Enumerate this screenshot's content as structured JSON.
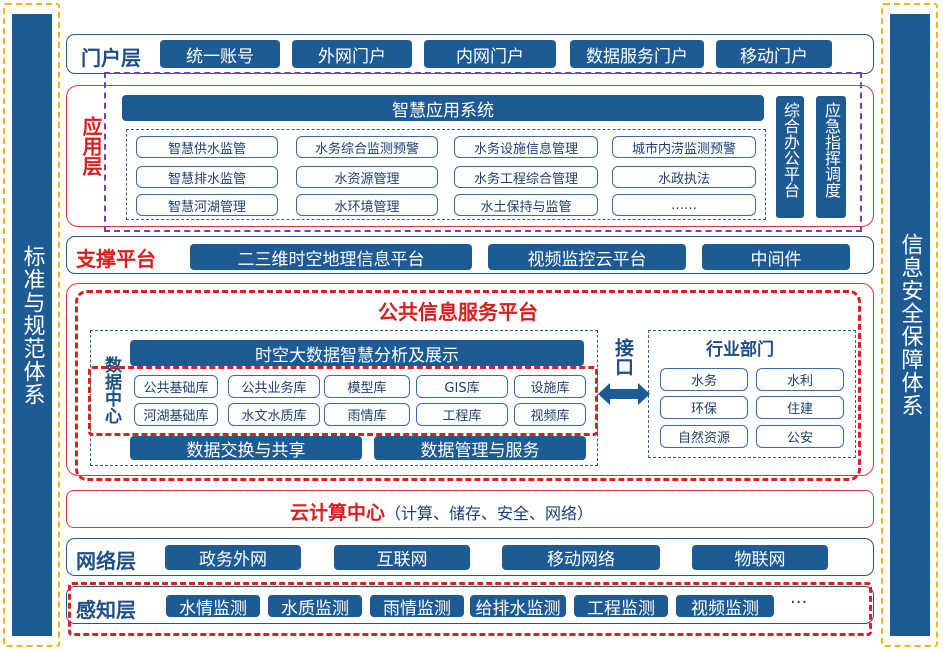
{
  "left_side": {
    "label": "标准与规范体系"
  },
  "right_side": {
    "label": "信息安全保障体系"
  },
  "portal": {
    "label": "门户层",
    "items": [
      "统一账号",
      "外网门户",
      "内网门户",
      "数据服务门户",
      "移动门户"
    ]
  },
  "application": {
    "label": "应用层",
    "system_title": "智慧应用系统",
    "items": [
      [
        "智慧供水监管",
        "水务综合监测预警",
        "水务设施信息管理",
        "城市内涝监测预警"
      ],
      [
        "智慧排水监管",
        "水资源管理",
        "水务工程综合管理",
        "水政执法"
      ],
      [
        "智慧河湖管理",
        "水环境管理",
        "水土保持与监管",
        "……"
      ]
    ],
    "office": "综合办公平台",
    "emergency": "应急指挥调度"
  },
  "support": {
    "label": "支撑平台",
    "items": [
      "二三维时空地理信息平台",
      "视频监控云平台",
      "中间件"
    ]
  },
  "public": {
    "title": "公共信息服务平台",
    "analysis": "时空大数据智慧分析及展示",
    "data_center": "数据中心",
    "db_rows": [
      [
        "公共基础库",
        "公共业务库",
        "模型库",
        "GIS库",
        "设施库"
      ],
      [
        "河湖基础库",
        "水文水质库",
        "雨情库",
        "工程库",
        "视频库"
      ]
    ],
    "exchange": "数据交换与共享",
    "management": "数据管理与服务",
    "interface": "接口",
    "industry": {
      "title": "行业部门",
      "items": [
        "水务",
        "水利",
        "环保",
        "住建",
        "自然资源",
        "公安"
      ]
    }
  },
  "cloud": {
    "title": "云计算中心",
    "desc": "（计算、储存、安全、网络）"
  },
  "network": {
    "label": "网络层",
    "items": [
      "政务外网",
      "互联网",
      "移动网络",
      "物联网"
    ]
  },
  "sensing": {
    "label": "感知层",
    "items": [
      "水情监测",
      "水质监测",
      "雨情监测",
      "给排水监测",
      "工程监测",
      "视频监测"
    ],
    "more": "···"
  },
  "colors": {
    "primary": "#1e5b94",
    "accent_red": "#d91e1e",
    "frame_yellow": "#f2b416",
    "frame_purple": "#7b3fa6"
  }
}
